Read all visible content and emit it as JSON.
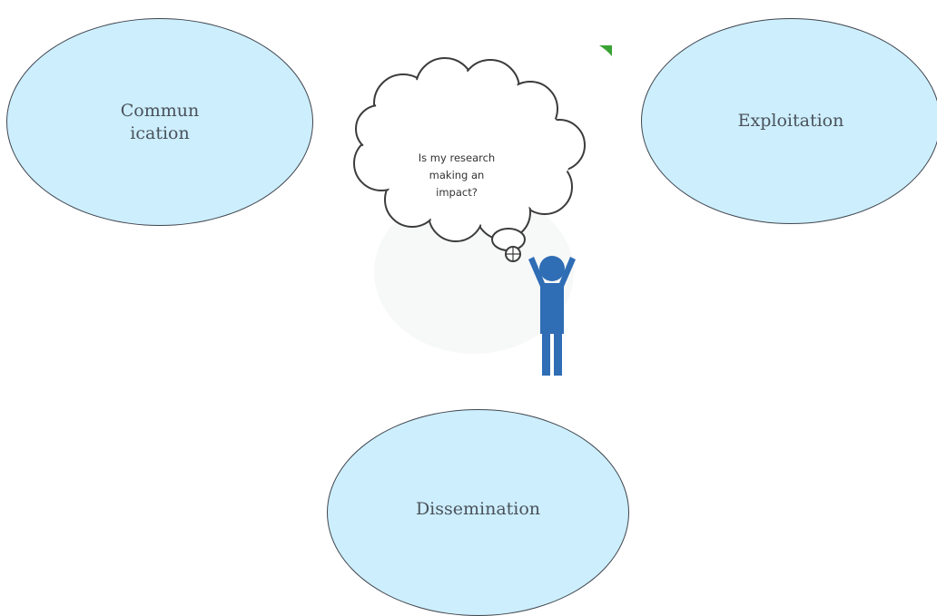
{
  "diagram": {
    "nodes": [
      {
        "id": "communication",
        "label": "Communication"
      },
      {
        "id": "exploitation",
        "label": "Exploitation"
      },
      {
        "id": "dissemination",
        "label": "Dissemination"
      }
    ],
    "thought_bubble": {
      "lines": [
        "Is my research",
        "making an",
        "impact?"
      ]
    }
  },
  "colors": {
    "node_fill": "#cdeefc",
    "node_border": "#404650",
    "node_text": "#4a525c",
    "figure": "#2f6db5",
    "accent_green": "#3aa335"
  },
  "icons": {
    "person": "person-arms-raised-icon",
    "thought": "thought-cloud-icon"
  }
}
